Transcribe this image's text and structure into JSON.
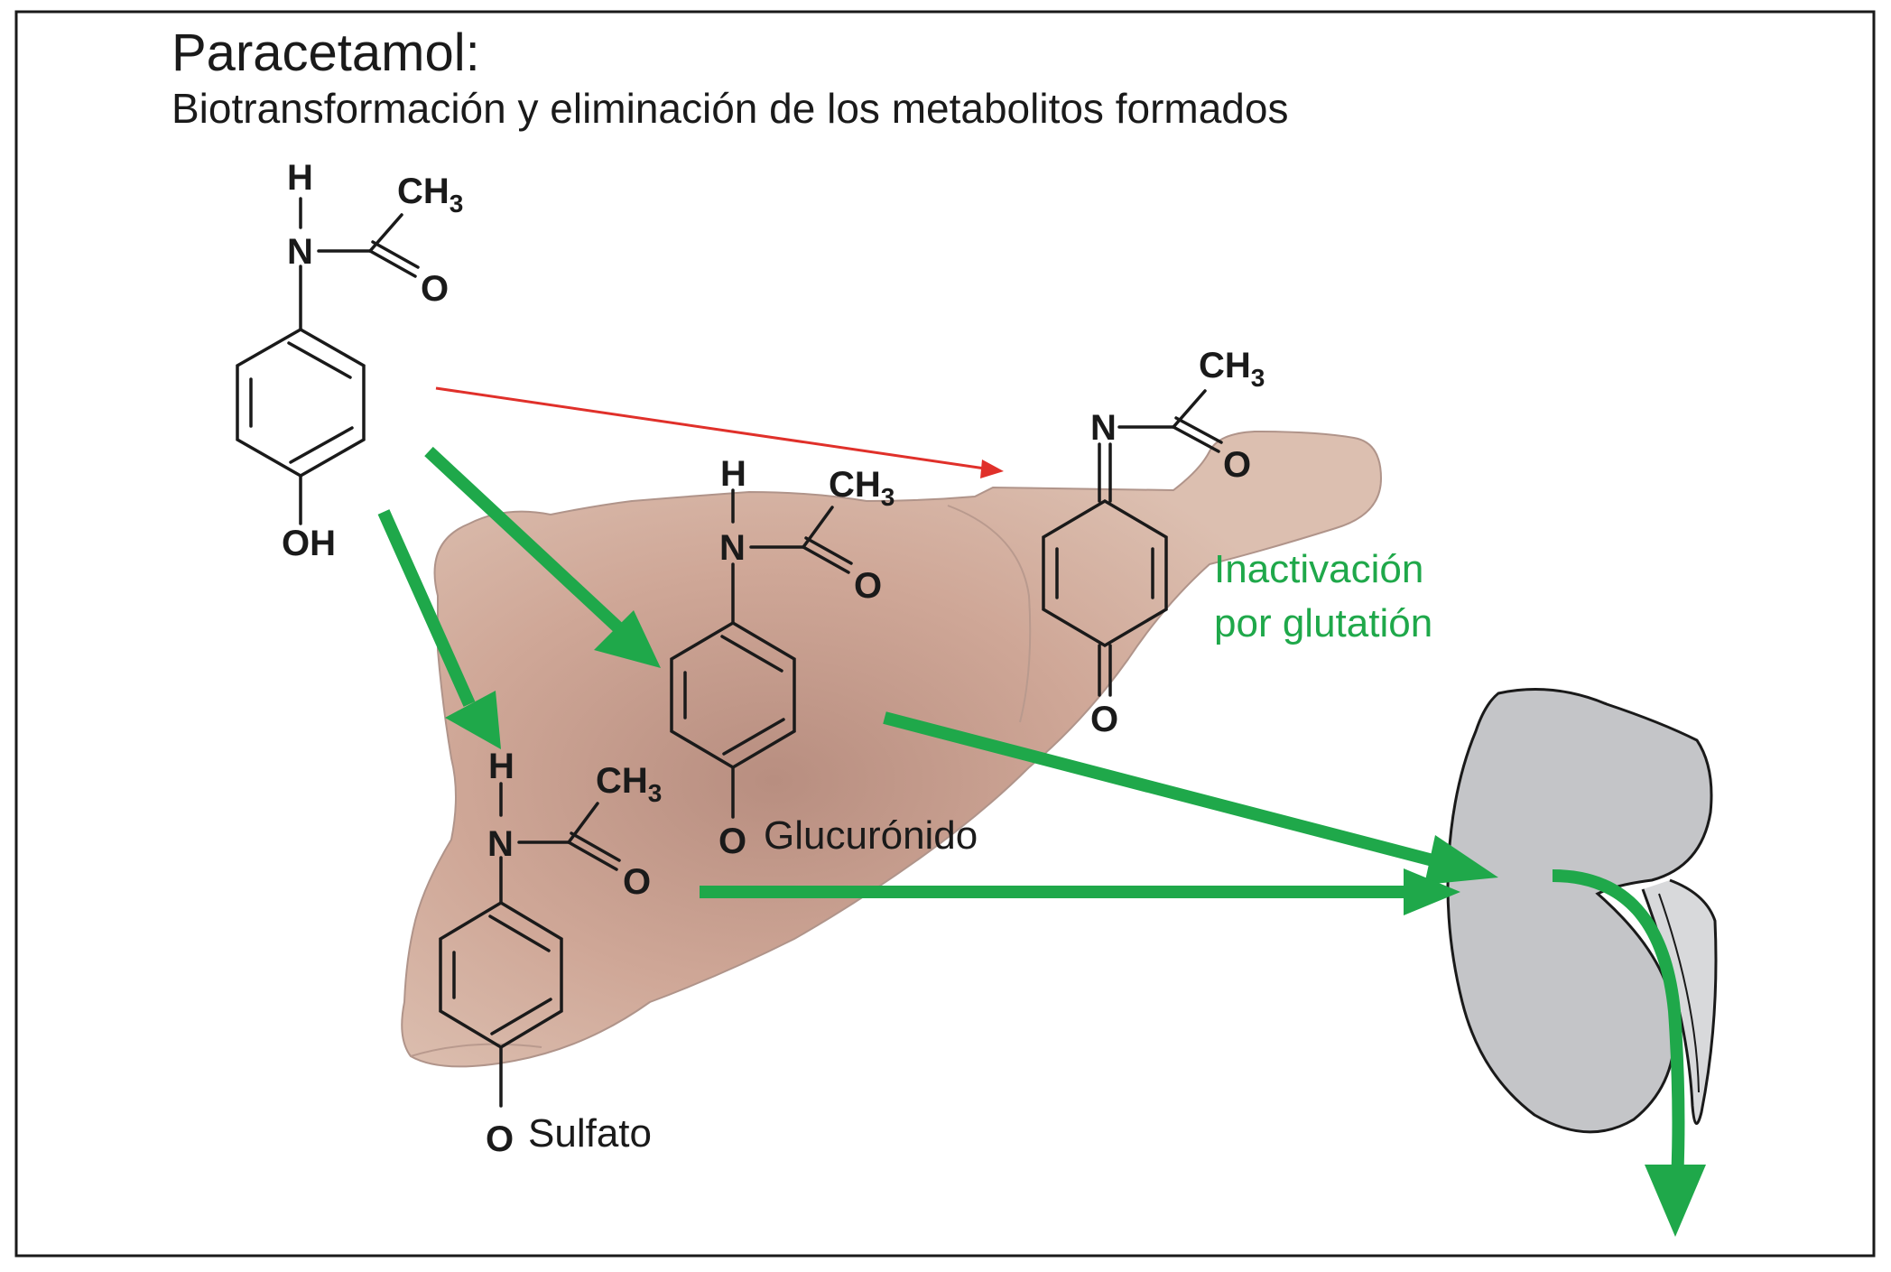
{
  "title": "Paracetamol:",
  "subtitle": "Biotransformación y eliminación de los metabolitos formados",
  "atoms": {
    "H": "H",
    "N": "N",
    "O": "O",
    "OH": "OH",
    "CH": "CH",
    "three": "3"
  },
  "labels": {
    "glucuronide": "Glucurónido",
    "sulfate": "Sulfato",
    "inactivation_line1": "Inactivación",
    "inactivation_line2": "por glutatión"
  },
  "colors": {
    "green": "#1fa84a",
    "red": "#e0302a",
    "liver": "#d6b4a4",
    "kidney": "#c4c5c8",
    "ink": "#1a1a1a"
  }
}
